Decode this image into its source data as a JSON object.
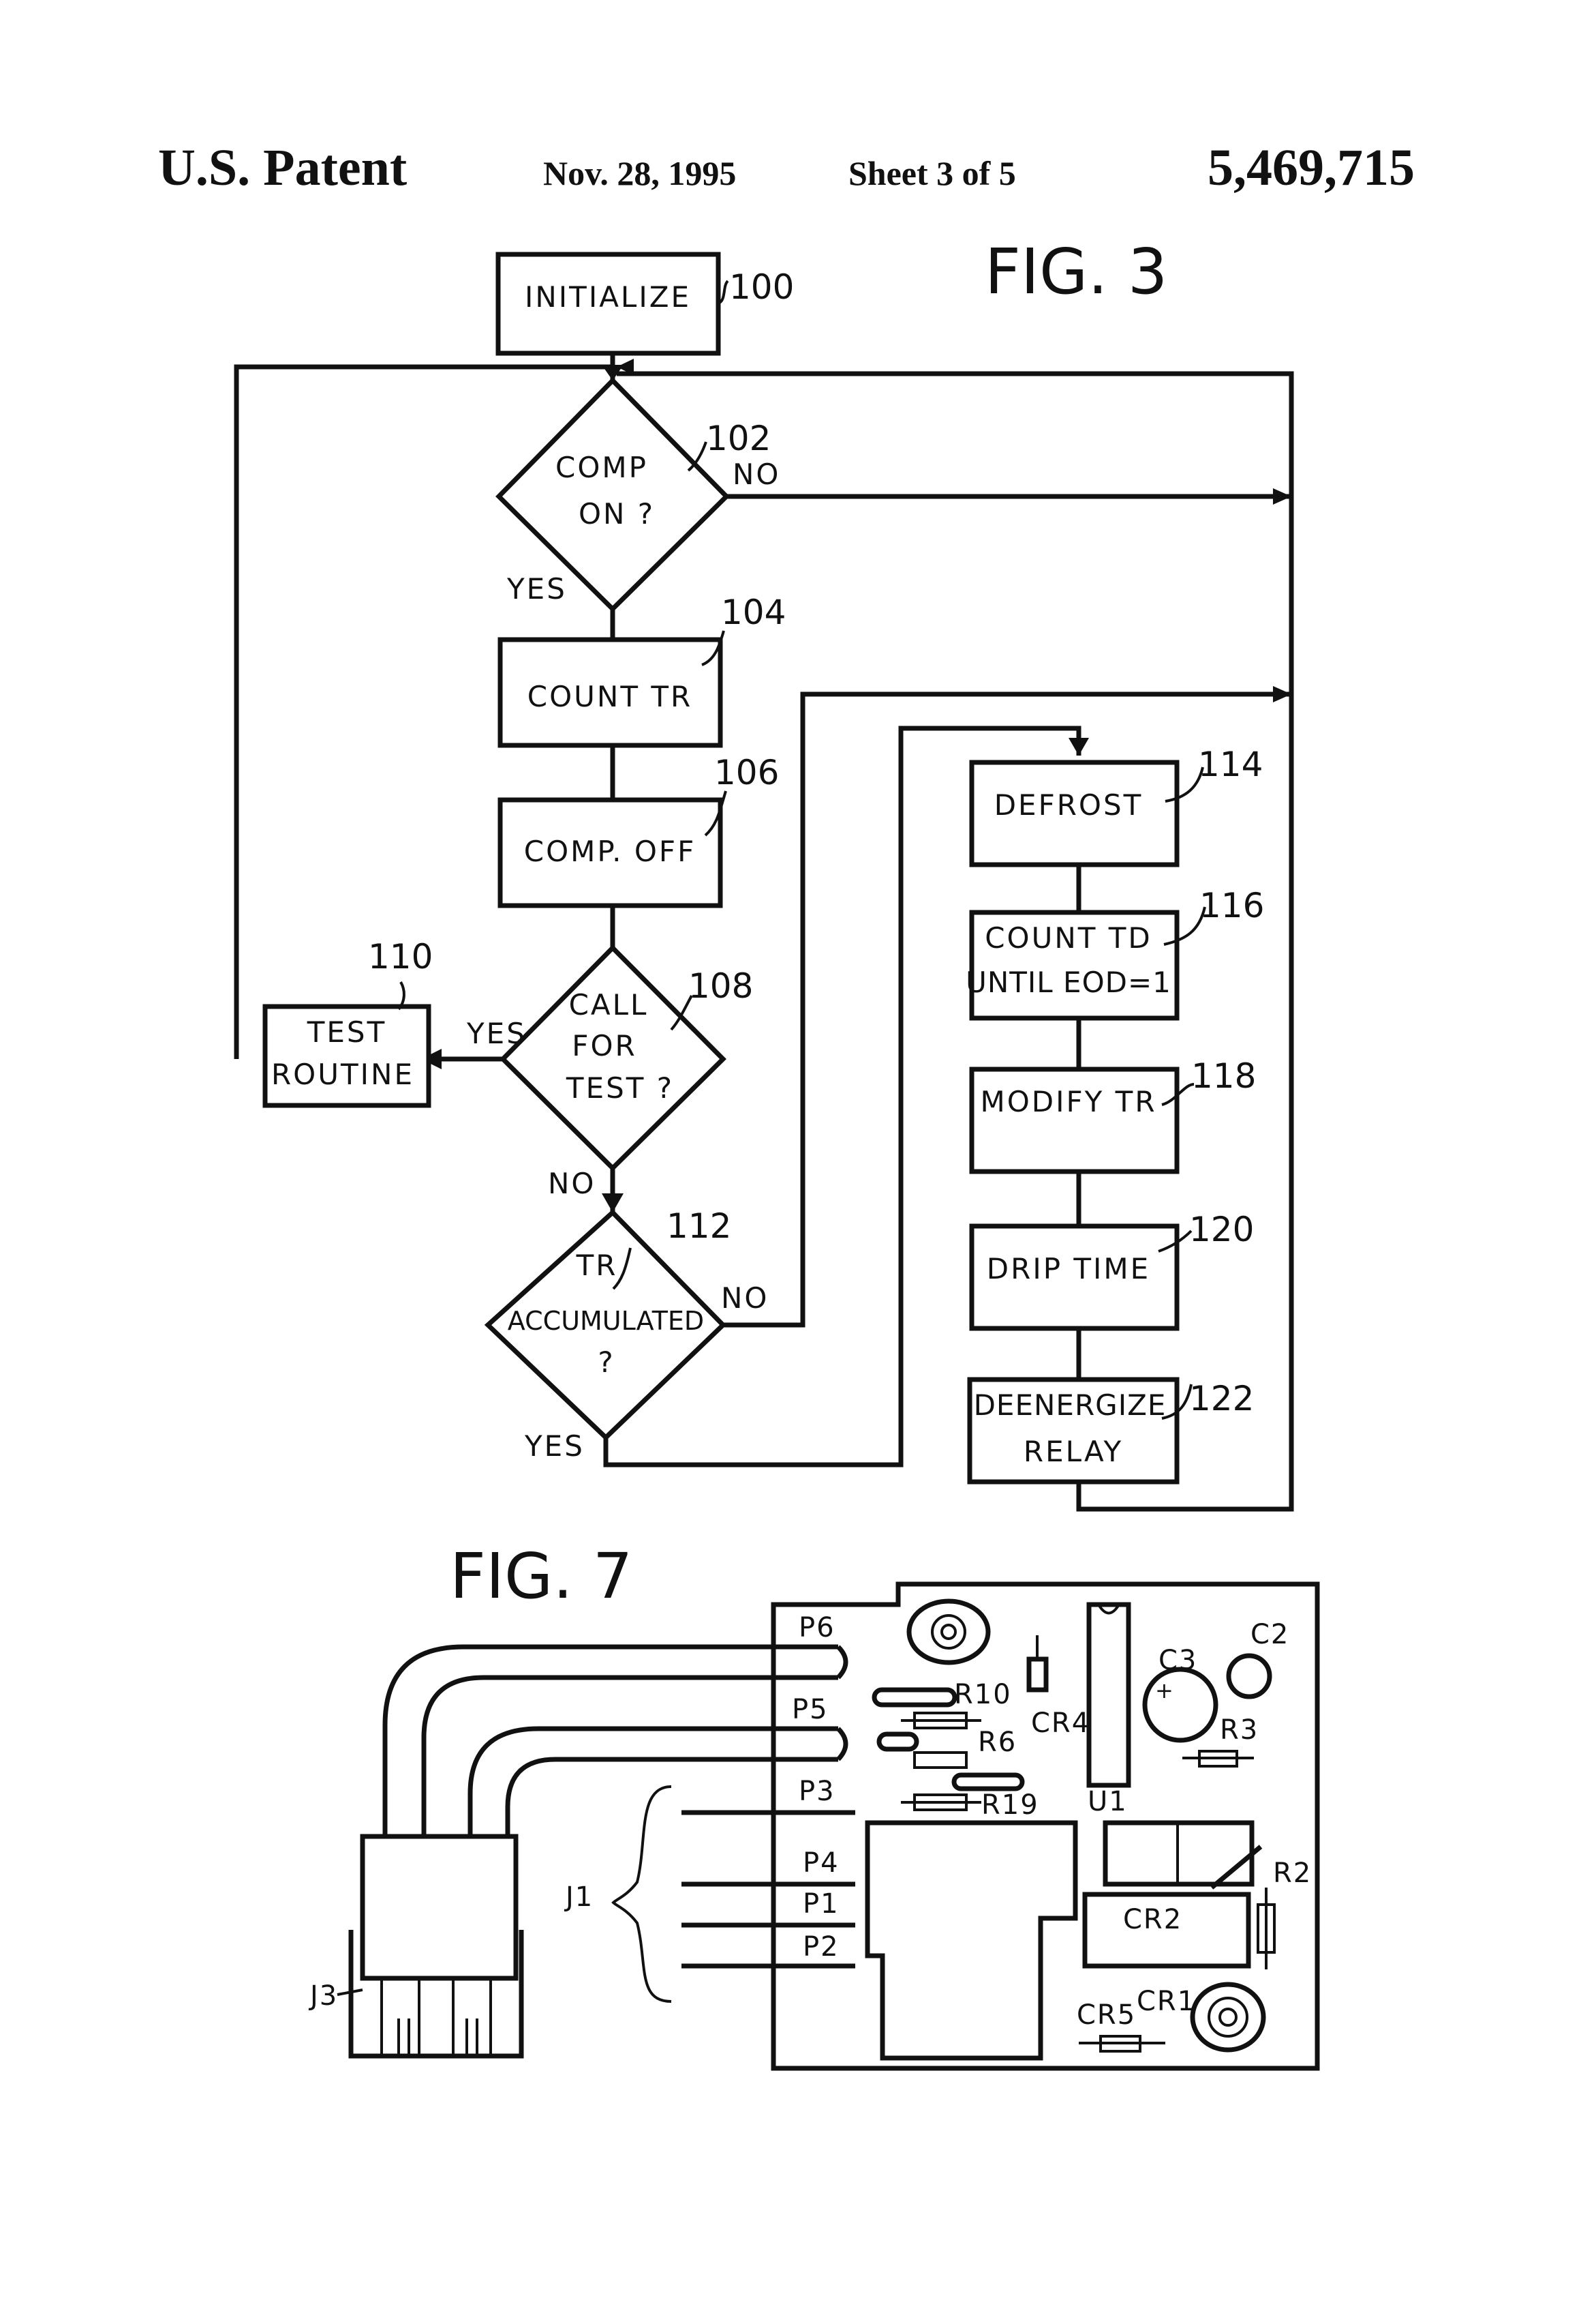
{
  "header": {
    "patent": "U.S. Patent",
    "date": "Nov. 28, 1995",
    "sheet": "Sheet 3 of 5",
    "number": "5,469,715"
  },
  "fig3": {
    "title": "FIG. 3",
    "steps": [
      {
        "ref": "100",
        "lines": [
          "INITIALIZE"
        ]
      },
      {
        "ref": "102",
        "lines": [
          "COMP",
          "ON ?"
        ]
      },
      {
        "ref": "104",
        "lines": [
          "COUNT  TR"
        ]
      },
      {
        "ref": "106",
        "lines": [
          "COMP.  OFF"
        ]
      },
      {
        "ref": "108",
        "lines": [
          "CALL",
          "FOR",
          "TEST ?"
        ]
      },
      {
        "ref": "110",
        "lines": [
          "TEST",
          "ROUTINE"
        ]
      },
      {
        "ref": "112",
        "lines": [
          "TR",
          "ACCUMULATED",
          "?"
        ]
      },
      {
        "ref": "114",
        "lines": [
          "DEFROST"
        ]
      },
      {
        "ref": "116",
        "lines": [
          "COUNT  TD",
          "UNTIL  EOD=1"
        ]
      },
      {
        "ref": "118",
        "lines": [
          "MODIFY  TR"
        ]
      },
      {
        "ref": "120",
        "lines": [
          "DRIP  TIME"
        ]
      },
      {
        "ref": "122",
        "lines": [
          "DEENERGIZE",
          "RELAY"
        ]
      }
    ],
    "branch_labels": {
      "yes": "YES",
      "no": "NO"
    }
  },
  "fig7": {
    "title": "FIG. 7",
    "pins": [
      "P6",
      "P5",
      "P3",
      "P4",
      "P1",
      "P2"
    ],
    "connectors": [
      "J1",
      "J3"
    ],
    "components": [
      "R10",
      "R6",
      "R19",
      "CR4",
      "U1",
      "C3",
      "C2",
      "R3",
      "R2",
      "CR2",
      "CR5",
      "CR1"
    ]
  }
}
